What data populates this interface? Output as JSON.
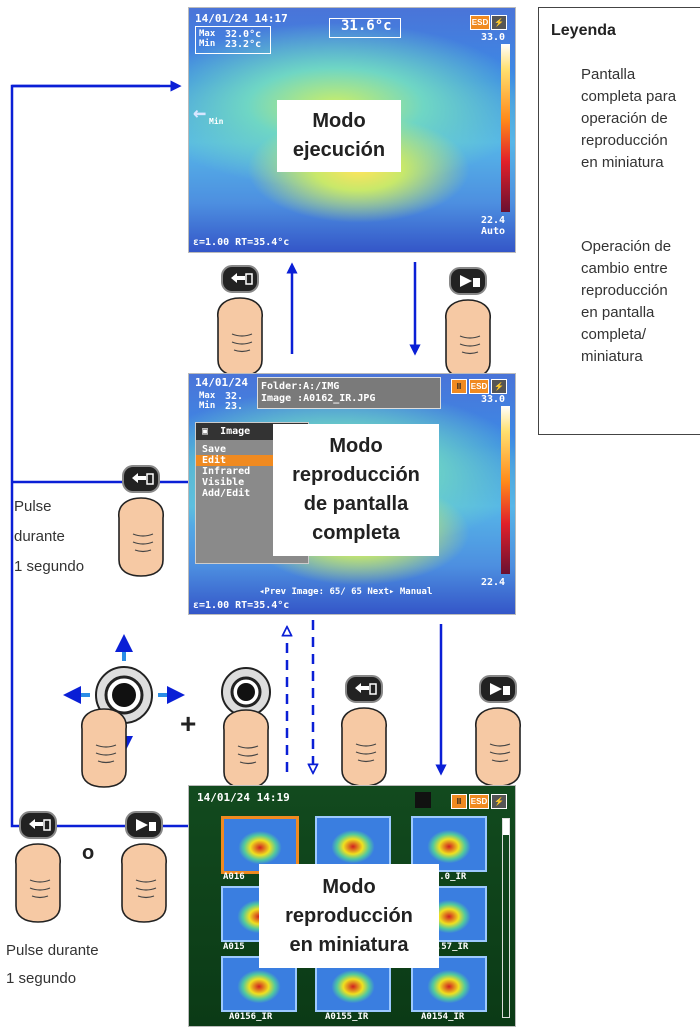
{
  "legend": {
    "title": "Leyenda",
    "item1": [
      "Pantalla",
      "completa para",
      "operación de",
      "reproducción",
      "en miniatura"
    ],
    "item2": [
      "Operación de",
      "cambio entre",
      "reproducción",
      "en pantalla",
      "completa/",
      "miniatura"
    ]
  },
  "screen_run": {
    "datetime": "14/01/24 14:17",
    "max_label": "Max",
    "max_value": "32.0°c",
    "min_label": "Min",
    "min_value": "23.2°c",
    "center_temp": "31.6°c",
    "scale_top": "33.0",
    "scale_bottom": "22.4",
    "scale_mode": "Auto",
    "footer": "ε=1.00 RT=35.4°c",
    "min_marker": "Min",
    "mode_lines": [
      "Modo",
      "ejecución"
    ]
  },
  "screen_full": {
    "datetime": "14/01/24",
    "max_label": "Max",
    "max_value": "32.",
    "min_label": "Min",
    "min_value": "23.",
    "folder": "Folder:A:/IMG",
    "image": "Image :A0162_IR.JPG",
    "menu_title": "Image",
    "menu_items": [
      "Save",
      "Edit",
      "Infrared",
      "Visible",
      "Add/Edit"
    ],
    "scale_top": "33.0",
    "scale_bottom": "22.4",
    "nav": "◂Prev Image:  65/  65 Next▸ Manual",
    "footer": "ε=1.00 RT=35.4°c",
    "mode_lines": [
      "Modo",
      "reproducción",
      "de pantalla",
      "completa"
    ]
  },
  "screen_thumbs": {
    "datetime": "14/01/24 14:19",
    "labels": [
      "A016",
      "",
      "A0..0_IR",
      "A015",
      "",
      "A..57_IR",
      "A0156_IR",
      "A0155_IR",
      "A0154_IR"
    ],
    "mode_lines": [
      "Modo",
      "reproducción",
      "en miniatura"
    ]
  },
  "badges": {
    "pause": "II",
    "esd": "ESD",
    "battery": "⚡"
  },
  "left_note": [
    "Pulse",
    "durante",
    "1 segundo"
  ],
  "bottom_note": [
    "Pulse durante",
    "1 segundo"
  ],
  "or_label": "o",
  "plus_label": "+",
  "colors": {
    "arrow": "#0a1fd6",
    "mode_box": "#ffffff"
  }
}
